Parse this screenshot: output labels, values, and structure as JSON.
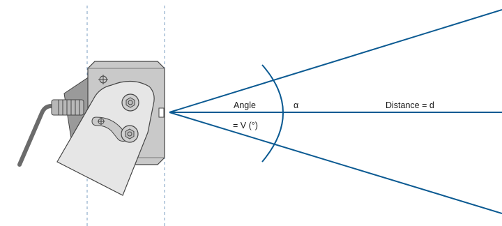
{
  "labels": {
    "angle": "Angle",
    "angle_value": "= V (°)",
    "alpha": "α",
    "distance": "Distance = d"
  },
  "colors": {
    "beam": "#0b5a92",
    "guide": "#7a9cc0",
    "sensor_body": "#c9c9c9",
    "sensor_outline": "#444444",
    "bracket": "#e6e6e6",
    "cable": "#6b6b6b"
  }
}
